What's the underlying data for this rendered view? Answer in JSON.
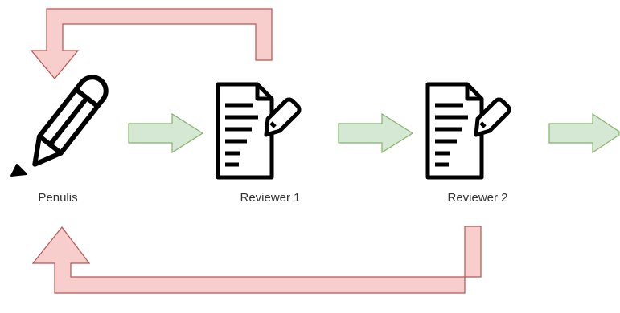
{
  "nodes": [
    {
      "id": "penulis",
      "label": "Penulis",
      "icon": "pencil-icon"
    },
    {
      "id": "reviewer-1",
      "label": "Reviewer 1",
      "icon": "document-edit-icon"
    },
    {
      "id": "reviewer-2",
      "label": "Reviewer 2",
      "icon": "document-edit-icon"
    }
  ],
  "edges": [
    {
      "from": "penulis",
      "to": "reviewer-1",
      "kind": "forward"
    },
    {
      "from": "reviewer-1",
      "to": "reviewer-2",
      "kind": "forward"
    },
    {
      "from": "reviewer-2",
      "to": "",
      "kind": "forward"
    },
    {
      "from": "reviewer-1",
      "to": "penulis",
      "kind": "feedback"
    },
    {
      "from": "reviewer-2",
      "to": "penulis",
      "kind": "feedback"
    }
  ],
  "colors": {
    "forward_fill": "#d5e8d4",
    "forward_stroke": "#82b366",
    "feedback_fill": "#f8cecc",
    "feedback_stroke": "#b85450",
    "icon_stroke": "#000000",
    "label_text": "#333333"
  }
}
